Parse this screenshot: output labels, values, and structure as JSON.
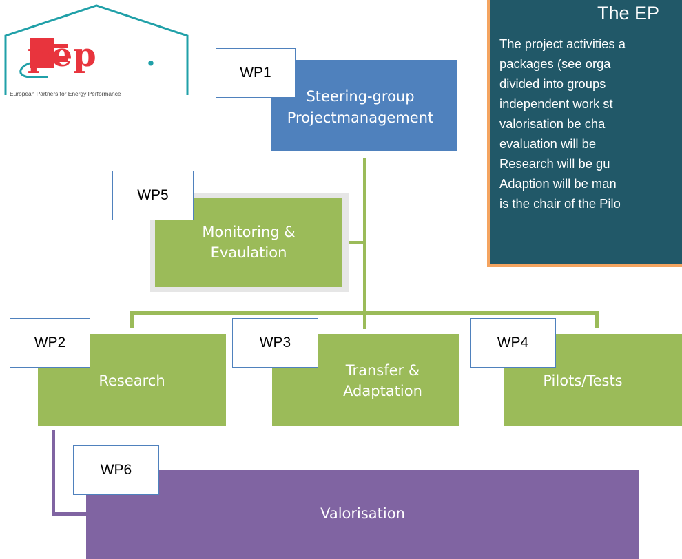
{
  "logo": {
    "wordmark": "pep",
    "caption": "European Partners for Energy Performance",
    "colors": {
      "red": "#e8343d",
      "teal": "#20a0a8"
    }
  },
  "info_panel": {
    "title": "The EP",
    "lines": [
      "The project activities a",
      "packages (see orga",
      "divided into groups",
      "independent work st",
      "valorisation be cha",
      "evaluation will be",
      "Research will be gu",
      "Adaption will be man",
      "is the chair of the Pilo"
    ],
    "colors": {
      "background": "#215868",
      "border": "#f4a460"
    }
  },
  "workpackages": [
    {
      "id": "WP1",
      "label": "Steering-group\nProjectmanagement",
      "color": "#4f81bd"
    },
    {
      "id": "WP5",
      "label": "Monitoring &\nEvaulation",
      "color": "#9bbb59"
    },
    {
      "id": "WP2",
      "label": "Research",
      "color": "#9bbb59"
    },
    {
      "id": "WP3",
      "label": "Transfer &\nAdaptation",
      "color": "#9bbb59"
    },
    {
      "id": "WP4",
      "label": "Pilots/Tests",
      "color": "#9bbb59"
    },
    {
      "id": "WP6",
      "label": "Valorisation",
      "color": "#8064a2"
    }
  ]
}
